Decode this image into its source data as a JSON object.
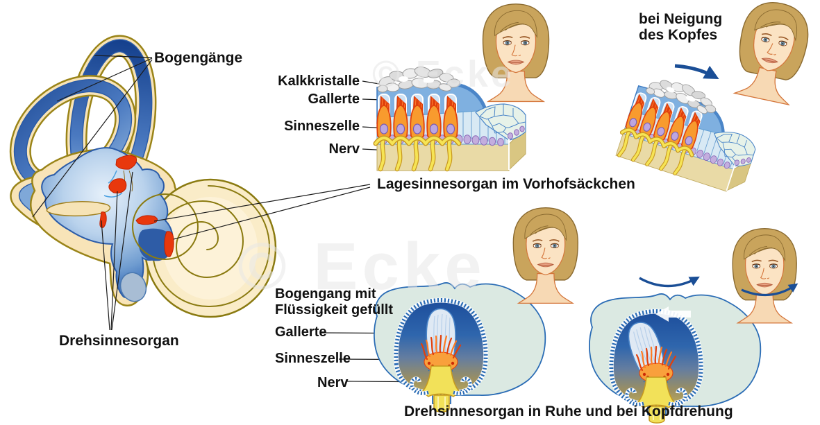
{
  "watermarks": {
    "top": "© Ecke",
    "center": "© Ecke"
  },
  "overview": {
    "bogengaenge": "Bogengänge",
    "drehsinnesorgan": "Drehsinnesorgan"
  },
  "macula": {
    "kalkkristalle": "Kalkkristalle",
    "gallerte": "Gallerte",
    "sinneszelle": "Sinneszelle",
    "nerv": "Nerv",
    "caption": "Lagesinnesorgan im Vorhofsäckchen"
  },
  "head_tilt": {
    "line1": "bei Neigung",
    "line2": "des Kopfes"
  },
  "ampulla": {
    "canal_line1": "Bogengang mit",
    "canal_line2": "Flüssigkeit gefüllt",
    "gallerte": "Gallerte",
    "sinneszelle": "Sinneszelle",
    "nerv": "Nerv",
    "caption": "Drehsinnesorgan in Ruhe und bei Kopfdrehung"
  },
  "arrows": {
    "crystal_shift": "down-right",
    "endolymph_flow": "left",
    "canal_rotation": "arc with arrowhead right",
    "head_rotation": "arc around neck, arrowhead right"
  },
  "colors": {
    "canal_blue_dark": "#143f8c",
    "canal_blue_light": "#93b8e0",
    "bone_beige": "#f8e4b8",
    "bone_outline_olive": "#8a7a10",
    "sensory_red": "#e8380d",
    "hair_cell_orange": "#f89b2e",
    "nucleus_lavender": "#bda6e0",
    "nerve_yellow": "#f6e455",
    "gel_blue": "#7fb0e0",
    "crystal_gray": "#e3e3e3",
    "tissue_green": "#dbe9e2",
    "arrow_navy": "#1a4e96",
    "label_black": "#111111",
    "watermark_gray": "#e7e7e7"
  }
}
